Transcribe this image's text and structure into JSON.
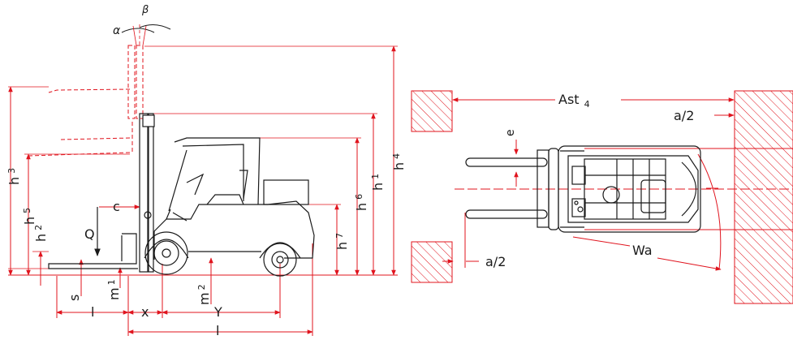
{
  "colors": {
    "dimension": "#e0141e",
    "machine": "#1a1a1a",
    "hatch": "#e0141e",
    "background": "#ffffff"
  },
  "side_view": {
    "angles": {
      "alpha": "α",
      "beta": "β"
    },
    "heights": {
      "h1": "h",
      "h1_sub": "1",
      "h2": "h",
      "h2_sub": "2",
      "h3": "h",
      "h3_sub": "3",
      "h4": "h",
      "h4_sub": "4",
      "h5": "h",
      "h5_sub": "5",
      "h6": "h",
      "h6_sub": "6",
      "h7": "h",
      "h7_sub": "7"
    },
    "load_label": "Q",
    "load_center": "c",
    "fork_thickness": "s",
    "ground_clearance_mast": "m",
    "ground_clearance_mast_sub": "1",
    "ground_clearance_wb": "m",
    "ground_clearance_wb_sub": "2",
    "fork_length": "l",
    "front_overhang": "x",
    "wheelbase": "Y",
    "overall_length": "l"
  },
  "top_view": {
    "aisle": "Ast",
    "aisle_sub": "4",
    "half_clearance_top": "a/2",
    "half_clearance_bottom": "a/2",
    "fork_spread": "e",
    "turning_radius": "Wa"
  }
}
